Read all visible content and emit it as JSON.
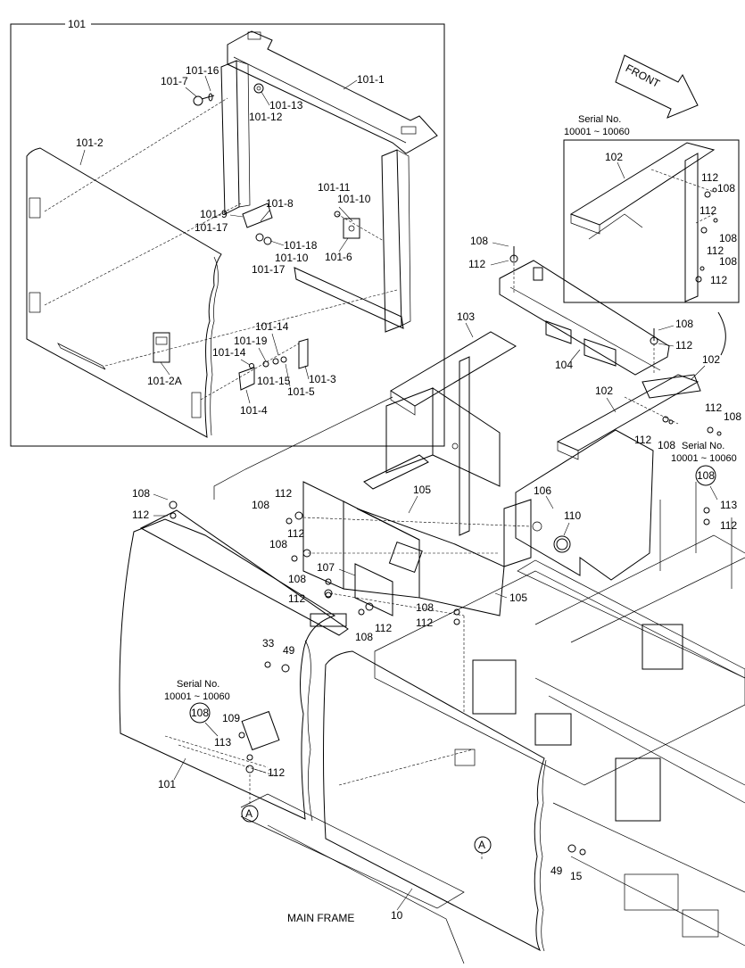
{
  "diagram": {
    "front_label": "FRONT",
    "main_frame_label": "MAIN FRAME",
    "serial_heading": "Serial No.",
    "serial_range": "10001 ~ 10060",
    "detail_ref": "A",
    "callouts": {
      "101": "101",
      "101-1": "101-1",
      "101-2": "101-2",
      "101-2A": "101-2A",
      "101-3": "101-3",
      "101-4": "101-4",
      "101-5": "101-5",
      "101-6": "101-6",
      "101-7": "101-7",
      "101-8": "101-8",
      "101-9": "101-9",
      "101-10": "101-10",
      "101-11": "101-11",
      "101-12": "101-12",
      "101-13": "101-13",
      "101-14": "101-14",
      "101-15": "101-15",
      "101-16": "101-16",
      "101-17": "101-17",
      "101-18": "101-18",
      "101-19": "101-19",
      "10": "10",
      "15": "15",
      "33": "33",
      "49": "49",
      "102": "102",
      "103": "103",
      "104": "104",
      "105": "105",
      "106": "106",
      "107": "107",
      "108": "108",
      "109": "109",
      "110": "110",
      "112": "112",
      "113": "113"
    }
  }
}
